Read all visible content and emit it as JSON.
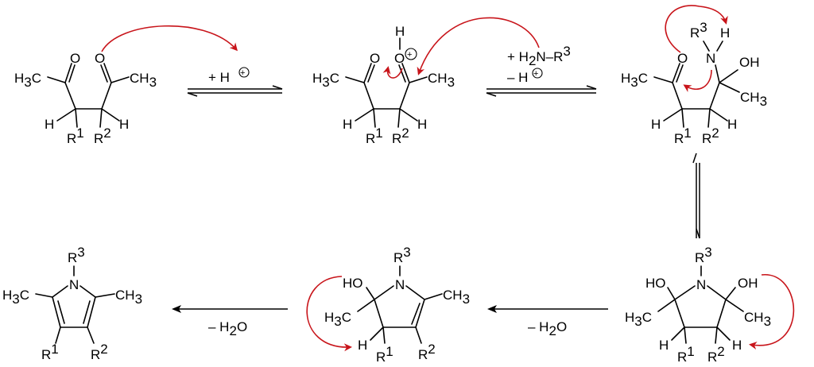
{
  "colors": {
    "curved_arrow": "#c8141a",
    "structure": "#000000"
  },
  "atoms": {
    "H3C": "H3C",
    "CH3": "CH3",
    "H": "H",
    "O": "O",
    "N": "N",
    "OH": "OH",
    "HO": "HO",
    "H_prefix": "H",
    "C": "C",
    "R": "R",
    "sub3": "3",
    "sub2": "2",
    "sup1": "1",
    "sup2": "2",
    "sup3": "3"
  },
  "reagents": {
    "plus_proton": "+ H",
    "plus_amine_prefix": "+ H",
    "amine_tail": "N–R",
    "minus_proton": "– H",
    "minus_water_1": "– H",
    "minus_water_2": "– H",
    "water_O": "O",
    "water_sub": "2"
  },
  "symbols": {
    "plus": "+"
  }
}
